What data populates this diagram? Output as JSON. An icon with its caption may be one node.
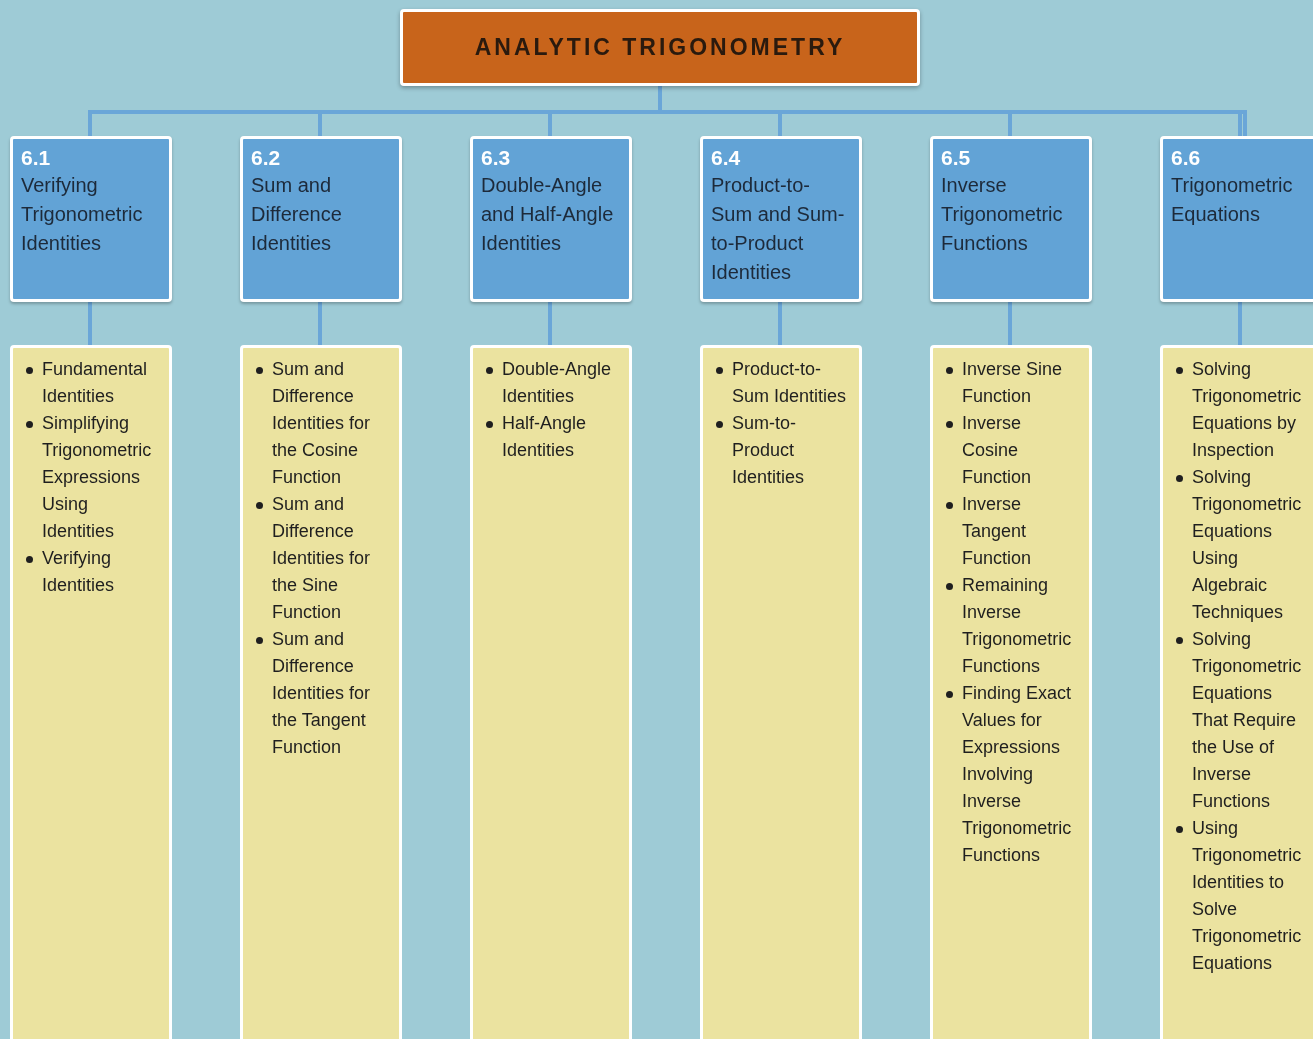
{
  "diagram": {
    "nodes": [
      {
        "text": [
          "ANALYTIC TRIGONOMETRY"
        ]
      },
      {
        "text": [
          "6.1",
          "Verifying Trigonometric Identities"
        ]
      },
      {
        "text": [
          "6.2",
          "Sum and Difference Identities"
        ]
      },
      {
        "text": [
          "6.3",
          "Double-Angle and Half-Angle Identities"
        ]
      },
      {
        "text": [
          "6.4",
          "Product-to-Sum and Sum-to-Product Identities"
        ]
      },
      {
        "text": [
          "6.5",
          "Inverse Trigonometric Functions"
        ]
      },
      {
        "text": [
          "6.6",
          "Trigonometric Equations"
        ]
      },
      {
        "text": [
          "Fundamental Identities",
          "Simplifying Trigonometric Expressions Using Identities",
          "Verifying Identities"
        ]
      },
      {
        "text": [
          "Sum and Difference Identities for the Cosine Function",
          "Sum and Difference Identities for the Sine Function",
          "Sum and Difference Identities for the Tangent Function"
        ]
      },
      {
        "text": [
          "Double-Angle Identities",
          "Half-Angle Identities"
        ]
      },
      {
        "text": [
          "Product-to-Sum Identities",
          "Sum-to-Product Identities"
        ]
      },
      {
        "text": [
          "Inverse Sine Function",
          "Inverse Cosine Function",
          "Inverse Tangent Function",
          "Remaining Inverse Trigonometric Functions",
          "Finding Exact Values for Expressions Involving Inverse Trigonometric Functions"
        ]
      },
      {
        "text": [
          "Solving Trigonometric Equations by Inspection",
          "Solving Trigonometric Equations Using Algebraic Techniques",
          "Solving Trigonometric Equations That Require the Use of Inverse Functions",
          "Using Trigonometric Identities to Solve Trigonometric Equations"
        ]
      }
    ],
    "edges": [
      {
        "from": 0,
        "to": 1,
        "arrow": "none"
      },
      {
        "from": 0,
        "to": 2,
        "arrow": "none"
      },
      {
        "from": 0,
        "to": 3,
        "arrow": "none"
      },
      {
        "from": 0,
        "to": 4,
        "arrow": "none"
      },
      {
        "from": 0,
        "to": 5,
        "arrow": "none"
      },
      {
        "from": 0,
        "to": 6,
        "arrow": "none"
      },
      {
        "from": 1,
        "to": 7,
        "arrow": "none"
      },
      {
        "from": 2,
        "to": 8,
        "arrow": "none"
      },
      {
        "from": 3,
        "to": 9,
        "arrow": "none"
      },
      {
        "from": 4,
        "to": 10,
        "arrow": "none"
      },
      {
        "from": 5,
        "to": 11,
        "arrow": "none"
      },
      {
        "from": 6,
        "to": 12,
        "arrow": "none"
      }
    ]
  }
}
